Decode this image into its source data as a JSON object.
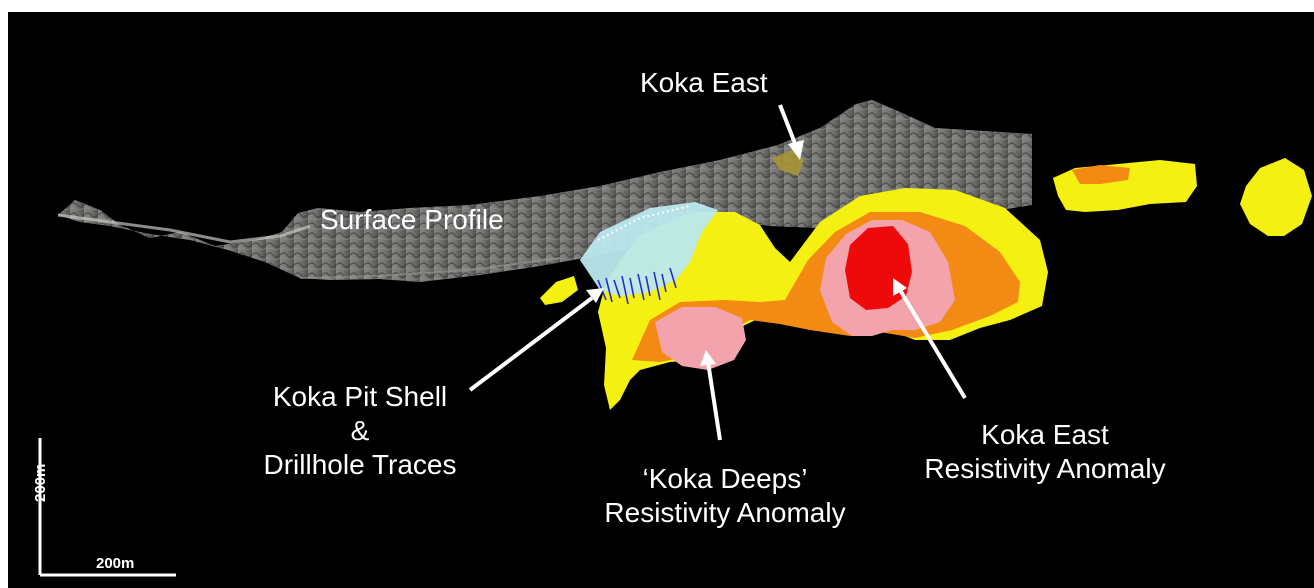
{
  "colors": {
    "background": "#000000",
    "terrain": "#5e5e5e",
    "pit_shell": "#b9e8ee",
    "anomaly_yellow": "#f4f011",
    "anomaly_orange": "#f28a14",
    "anomaly_pink": "#f2a0a8",
    "anomaly_red": "#ee0a0a",
    "drillhole": "#2a2ad0",
    "label_text": "#ffffff"
  },
  "labels": {
    "koka_east": "Koka East",
    "surface_profile": "Surface Profile",
    "pit_shell": [
      "Koka Pit Shell",
      "&",
      "Drillhole Traces"
    ],
    "koka_deeps": [
      "‘Koka Deeps’",
      "Resistivity Anomaly"
    ],
    "koka_east_anomaly": [
      "Koka East",
      "Resistivity Anomaly"
    ]
  },
  "scale_bar": {
    "vertical_label": "200m",
    "horizontal_label": "200m"
  }
}
